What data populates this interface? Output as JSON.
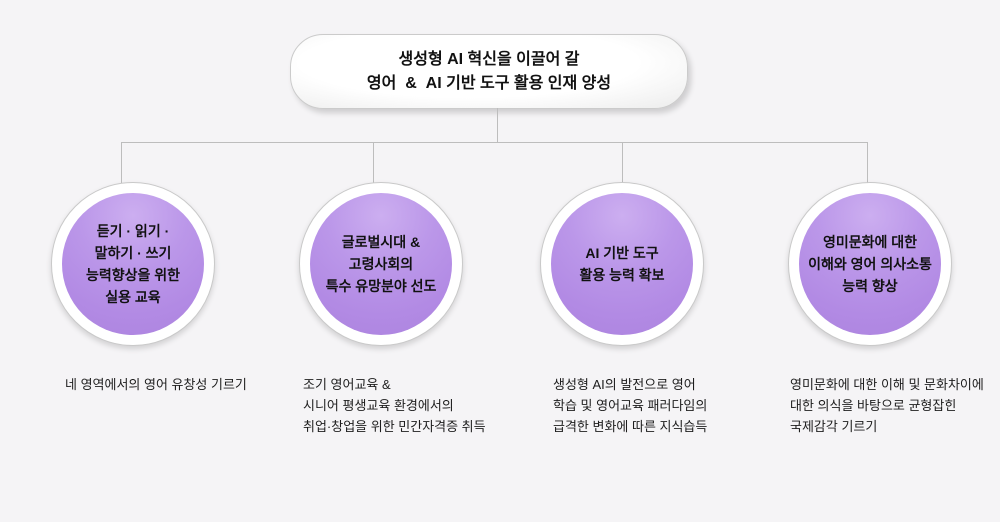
{
  "diagram": {
    "root": {
      "title": "생성형 AI 혁신을 이끌어 갈\n영어  &  AI 기반 도구 활용 인재 양성"
    },
    "branches": [
      {
        "circle": "듣기 · 읽기 ·\n말하기 · 쓰기\n능력향상을 위한\n실용 교육",
        "description": "네 영역에서의 영어 유창성 기르기"
      },
      {
        "circle": "글로벌시대 &\n고령사회의\n특수 유망분야 선도",
        "description": "조기 영어교육 &\n시니어 평생교육 환경에서의\n취업·창업을 위한 민간자격증 취득"
      },
      {
        "circle": "AI 기반 도구\n활용 능력 확보",
        "description": "생성형 AI의 발전으로 영어\n학습 및 영어교육 패러다임의\n급격한 변화에 따른 지식습득"
      },
      {
        "circle": "영미문화에 대한\n이해와 영어 의사소통\n능력 향상",
        "description": "영미문화에 대한 이해 및 문화차이에\n대한 의식을 바탕으로 균형잡힌\n국제감각 기르기"
      }
    ],
    "colors": {
      "circle_fill": "#b28ae4",
      "circle_highlight": "#ccaef0",
      "connector": "#bdbdbd",
      "box_border": "#cbcbcb"
    }
  }
}
